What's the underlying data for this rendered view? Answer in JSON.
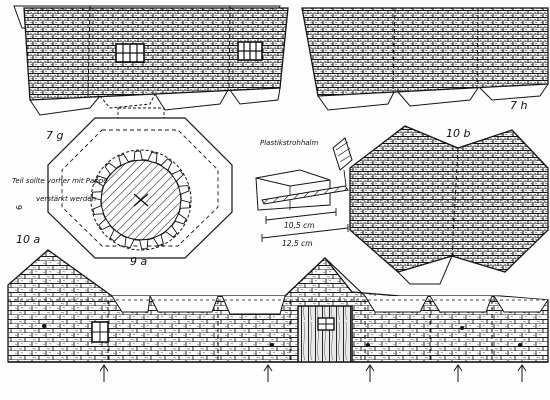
{
  "sheet": {
    "page_number": "6",
    "labels": {
      "part_7g": "7 g",
      "part_7h": "7 h",
      "part_9a": "9 a",
      "part_10a": "10 a",
      "part_10b": "10 b"
    },
    "note": {
      "line1": "Teil sollte vorher mit Pappe",
      "line2": "verstärkt werden"
    },
    "straw": {
      "label": "Plastikstrohhalm",
      "dim_short": "10,5 cm",
      "dim_long": "12,5 cm"
    }
  },
  "colors": {
    "ink": "#141414",
    "paper": "#fdfdfd"
  }
}
